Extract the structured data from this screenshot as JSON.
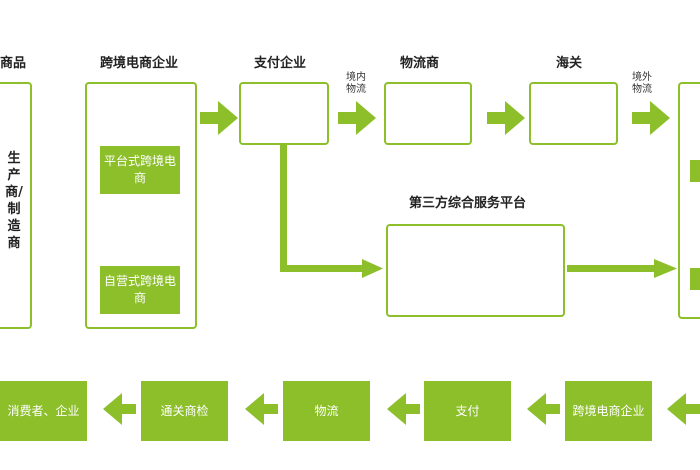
{
  "top_row": {
    "producer_header": "商品",
    "producer_label": "生产商/制造商",
    "ecommerce_header": "跨境电商企业",
    "platform_label": "平台式跨境电商",
    "selfrun_label": "自营式跨境电商",
    "payment_header": "支付企业",
    "domestic_logistics": "境内物流",
    "logistics_header": "物流商",
    "customs_header": "海关",
    "overseas_logistics": "境外物流",
    "thirdparty_header": "第三方综合服务平台"
  },
  "bottom_row": [
    {
      "label": "消费者、企业"
    },
    {
      "label": "通关商检"
    },
    {
      "label": "物流"
    },
    {
      "label": "支付"
    },
    {
      "label": "跨境电商企业"
    }
  ],
  "colors": {
    "accent": "#8cbf2a"
  }
}
